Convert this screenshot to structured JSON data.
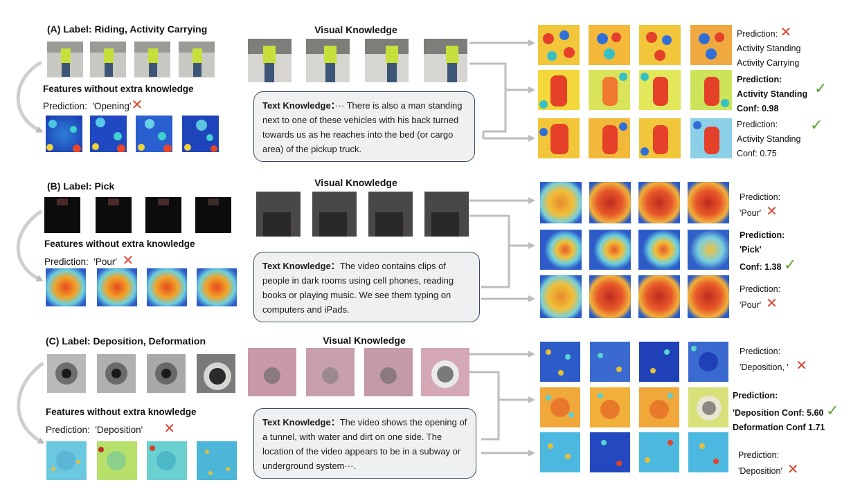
{
  "colors": {
    "arrow": "#bdbdbd",
    "cross": "#e0402a",
    "check": "#5aa332",
    "box_border": "#3b4a5c",
    "box_fill": "#eef0f2"
  },
  "panels": [
    {
      "label": "(A)  Label: Riding, Activity Carrying",
      "features_title": "Features without extra knowledge",
      "prediction_prefix": "Prediction:",
      "prediction_value": "'Opening'",
      "visual_knowledge_title": "Visual Knowledge",
      "text_knowledge_label": "Text Knowledge：",
      "text_knowledge": "··· There is also a man standing next to one of these vehicles with his back turned towards us as he reaches into the bed (or cargo area) of the pickup truck.",
      "results": [
        {
          "lines": [
            "Prediction:",
            "Activity Standing",
            "Activity Carrying"
          ],
          "mark": "cross",
          "bold": false
        },
        {
          "lines": [
            "Prediction:",
            "Activity Standing",
            "Conf: 0.98"
          ],
          "mark": "check",
          "bold": true
        },
        {
          "lines": [
            "Prediction:",
            "Activity Standing",
            "Conf: 0.75"
          ],
          "mark": "check",
          "bold": false
        }
      ]
    },
    {
      "label": "(B)  Label: Pick",
      "features_title": "Features without extra knowledge",
      "prediction_prefix": "Prediction:",
      "prediction_value": "'Pour'",
      "visual_knowledge_title": "Visual Knowledge",
      "text_knowledge_label": "Text Knowledge：",
      "text_knowledge": "The video contains clips of people in dark rooms using cell phones, reading books or playing music. We see them typing on computers and iPads.",
      "results": [
        {
          "lines": [
            "Prediction:",
            "'Pour'"
          ],
          "mark": "cross",
          "bold": false
        },
        {
          "lines": [
            "Prediction:",
            "'Pick'",
            "Conf: 1.38"
          ],
          "mark": "check",
          "bold": true
        },
        {
          "lines": [
            "Prediction:",
            "'Pour'"
          ],
          "mark": "cross",
          "bold": false
        }
      ]
    },
    {
      "label": "(C)  Label:  Deposition,  Deformation",
      "features_title": "Features without extra knowledge",
      "prediction_prefix": "Prediction:",
      "prediction_value": "'Deposition'",
      "visual_knowledge_title": "Visual Knowledge",
      "text_knowledge_label": "Text Knowledge：",
      "text_knowledge": "The video shows the opening of a tunnel, with water and dirt on one side. The location of the video appears to be in a subway or underground system···.",
      "results": [
        {
          "lines": [
            "Prediction:",
            "'Deposition, '"
          ],
          "mark": "cross",
          "bold": false
        },
        {
          "lines": [
            "Prediction:",
            "'Deposition Conf: 5.60",
            "Deformation  Conf 1.71"
          ],
          "mark": "check",
          "bold": true
        },
        {
          "lines": [
            "Prediction:",
            "'Deposition'"
          ],
          "mark": "cross",
          "bold": false
        }
      ]
    }
  ]
}
